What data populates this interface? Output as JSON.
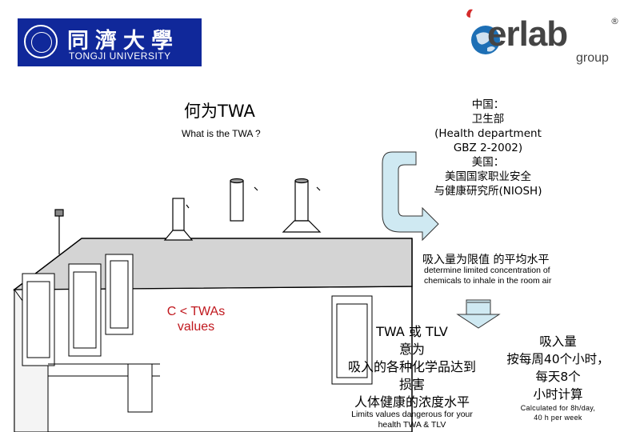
{
  "logos": {
    "tongji_cn": "同濟大學",
    "tongji_en": "TONGJI UNIVERSITY",
    "erlab_word": "erlab",
    "erlab_reg": "®",
    "erlab_group": "group"
  },
  "heading": {
    "title": "何为TWA",
    "subtitle": "What is the TWA ?"
  },
  "authorities": {
    "lines": [
      "中国：",
      "卫生部",
      "(Health department",
      "GBZ 2-2002)",
      "美国：",
      "美国国家职业安全",
      "与健康研究所(NIOSH)"
    ]
  },
  "definition": {
    "cn": "吸入量为限值 的平均水平",
    "en_lines": [
      "determine limited concentration of",
      "chemicals to inhale in the room air"
    ]
  },
  "room": {
    "label_lines": [
      "C < TWAs",
      "values"
    ]
  },
  "twa_tlv": {
    "cn_lines": [
      "TWA 或 TLV",
      "意为",
      "吸入的各种化学品达到",
      "损害",
      "人体健康的浓度水平"
    ],
    "en_lines": [
      "Limits values dangerous for your",
      "health TWA & TLV"
    ]
  },
  "calculation": {
    "cn_lines": [
      "吸入量",
      "按每周40个小时，",
      "每天8个",
      "小时计算"
    ],
    "en_lines": [
      "Calculated for 8h/day,",
      "40 h per week"
    ]
  },
  "colors": {
    "tongji_blue": "#10289a",
    "red_label": "#c0181e",
    "arrow_fill": "#cfe9f2",
    "erlab_red": "#d42b2b",
    "erlab_blue": "#1d6fb5"
  }
}
